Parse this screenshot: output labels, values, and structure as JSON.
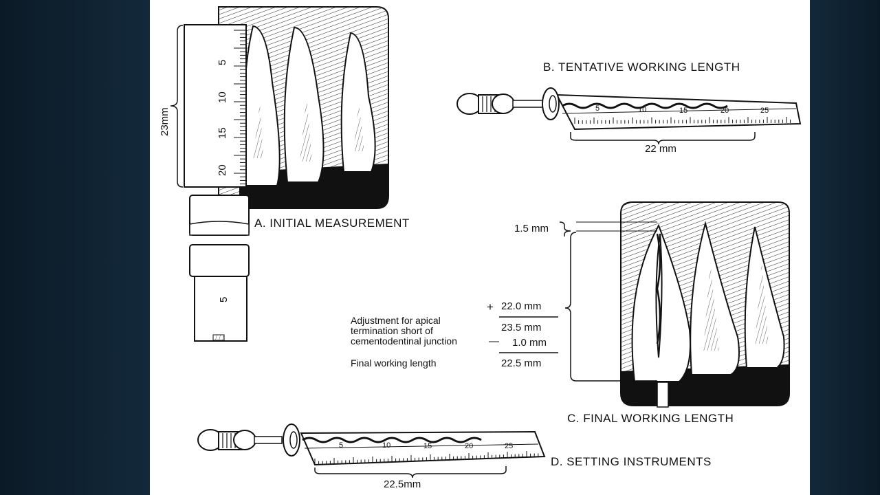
{
  "captions": {
    "a": "A. INITIAL MEASUREMENT",
    "b": "B. TENTATIVE WORKING LENGTH",
    "c": "C. FINAL WORKING LENGTH",
    "d": "D. SETTING INSTRUMENTS"
  },
  "measurements": {
    "initial": "23mm",
    "tentative": "22 mm",
    "short": "1.5 mm",
    "setting": "22.5mm"
  },
  "ruler_a_ticks": [
    "5",
    "10",
    "15",
    "20"
  ],
  "ruler_a_lower_tick": "5",
  "ruler_ticks": [
    "5",
    "10",
    "15",
    "20",
    "25"
  ],
  "calculation": {
    "adjustment_label_1": "Adjustment for apical",
    "adjustment_label_2": "termination short of",
    "adjustment_label_3": "cementodentinal junction",
    "final_label": "Final working length",
    "plus_sign": "+",
    "minus_sign": "—",
    "added": "22.0 mm",
    "subtotal": "23.5 mm",
    "adjustment": "1.0 mm",
    "final": "22.5 mm"
  },
  "colors": {
    "ink": "#111111",
    "paper": "#ffffff",
    "background": "#0f2130"
  }
}
